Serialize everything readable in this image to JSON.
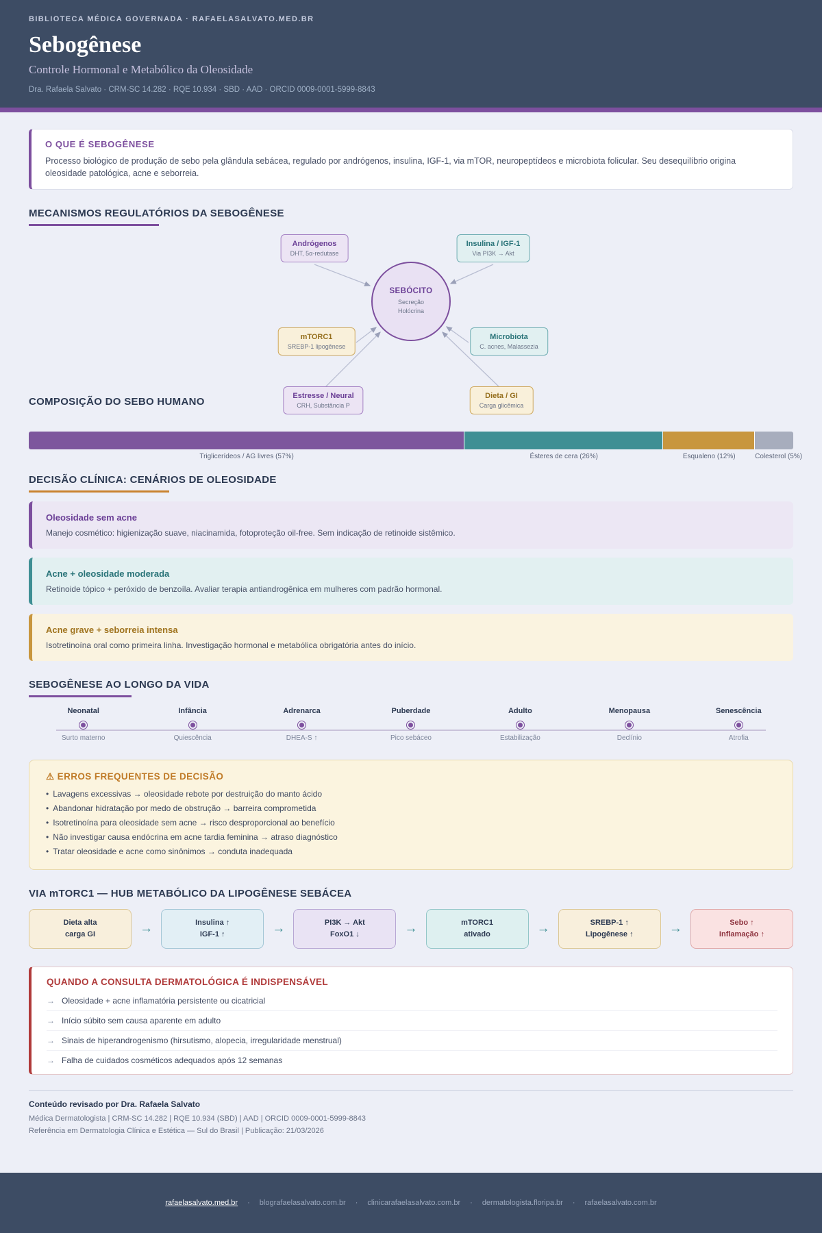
{
  "palette": {
    "navy": "#3d4c64",
    "purple": "#7d4f9e",
    "teal": "#3f8f94",
    "amber": "#c8963e",
    "orange_heading": "#c07b28",
    "red": "#b03a3a",
    "page_bg": "#edeff7"
  },
  "header": {
    "eyebrow": "BIBLIOTECA MÉDICA GOVERNADA  ·  RAFAELASALVATO.MED.BR",
    "title": "Sebogênese",
    "subtitle": "Controle Hormonal e Metabólico da Oleosidade",
    "meta": "Dra. Rafaela Salvato  ·  CRM-SC 14.282  ·  RQE 10.934  ·  SBD  ·  AAD  ·  ORCID 0009-0001-5999-8843"
  },
  "intro": {
    "title": "O QUE É SEBOGÊNESE",
    "body": "Processo biológico de produção de sebo pela glândula sebácea, regulado por andrógenos, insulina, IGF-1, via mTOR, neuropeptídeos e microbiota folicular. Seu desequilíbrio origina oleosidade patológica, acne e seborreia."
  },
  "mechanisms": {
    "title": "MECANISMOS REGULATÓRIOS DA SEBOGÊNESE",
    "center": {
      "label": "SEBÓCITO",
      "line1": "Secreção",
      "line2": "Holócrina"
    },
    "nodes": [
      {
        "label": "Andrógenos",
        "detail": "DHT, 5α-redutase",
        "theme": "purple"
      },
      {
        "label": "Insulina / IGF-1",
        "detail": "Via PI3K → Akt",
        "theme": "teal"
      },
      {
        "label": "mTORC1",
        "detail": "SREBP-1 lipogênese",
        "theme": "amber"
      },
      {
        "label": "Microbiota",
        "detail": "C. acnes, Malassezia",
        "theme": "teal"
      },
      {
        "label": "Estresse / Neural",
        "detail": "CRH, Substância P",
        "theme": "purple"
      },
      {
        "label": "Dieta / GI",
        "detail": "Carga glicêmica",
        "theme": "amber"
      }
    ]
  },
  "composition": {
    "title": "COMPOSIÇÃO DO SEBO HUMANO"
  },
  "chart_data": {
    "type": "bar",
    "title": "COMPOSIÇÃO DO SEBO HUMANO",
    "segments": [
      {
        "label": "Triglicerídeos / AG livres (57%)",
        "value": 57,
        "color": "#7d569d"
      },
      {
        "label": "Ésteres de cera (26%)",
        "value": 26,
        "color": "#3f8f94"
      },
      {
        "label": "Esqualeno (12%)",
        "value": 12,
        "color": "#c8963e"
      },
      {
        "label": "Colesterol (5%)",
        "value": 5,
        "color": "#a7adbd"
      }
    ]
  },
  "scenarios": {
    "title": "DECISÃO CLÍNICA: CENÁRIOS DE OLEOSIDADE",
    "cards": [
      {
        "title": "Oleosidade sem acne",
        "body": "Manejo cosmético: higienização suave, niacinamida, fotoproteção oil-free. Sem indicação de retinoide sistêmico."
      },
      {
        "title": "Acne + oleosidade moderada",
        "body": "Retinoide tópico + peróxido de benzoíla. Avaliar terapia antiandrogênica em mulheres com padrão hormonal."
      },
      {
        "title": "Acne grave + seborreia intensa",
        "body": "Isotretinoína oral como primeira linha. Investigação hormonal e metabólica obrigatória antes do início."
      }
    ]
  },
  "timeline": {
    "title": "SEBOGÊNESE AO LONGO DA VIDA",
    "stages": [
      {
        "label": "Neonatal",
        "detail": "Surto materno"
      },
      {
        "label": "Infância",
        "detail": "Quiescência"
      },
      {
        "label": "Adrenarca",
        "detail": "DHEA-S ↑"
      },
      {
        "label": "Puberdade",
        "detail": "Pico sebáceo"
      },
      {
        "label": "Adulto",
        "detail": "Estabilização"
      },
      {
        "label": "Menopausa",
        "detail": "Declínio"
      },
      {
        "label": "Senescência",
        "detail": "Atrofia"
      }
    ]
  },
  "errors": {
    "icon": "⚠",
    "title": "ERROS FREQUENTES DE DECISÃO",
    "bullet": "•",
    "items": [
      "Lavagens excessivas → oleosidade rebote por destruição do manto ácido",
      "Abandonar hidratação por medo de obstrução → barreira comprometida",
      "Isotretinoína para oleosidade sem acne → risco desproporcional ao benefício",
      "Não investigar causa endócrina em acne tardia feminina → atraso diagnóstico",
      "Tratar oleosidade e acne como sinônimos → conduta inadequada"
    ]
  },
  "mtor": {
    "title": "VIA mTORC1 — HUB METABÓLICO DA LIPOGÊNESE SEBÁCEA",
    "arrow": "→",
    "steps": [
      {
        "line1": "Dieta alta",
        "line2": "carga GI"
      },
      {
        "line1": "Insulina ↑",
        "line2": "IGF-1 ↑"
      },
      {
        "line1": "PI3K → Akt",
        "line2": "FoxO1 ↓"
      },
      {
        "line1": "mTORC1",
        "line2": "ativado"
      },
      {
        "line1": "SREBP-1 ↑",
        "line2": "Lipogênese ↑"
      },
      {
        "line1": "Sebo ↑",
        "line2": "Inflamação ↑"
      }
    ]
  },
  "consult": {
    "title": "QUANDO A CONSULTA DERMATOLÓGICA É INDISPENSÁVEL",
    "arrow": "→",
    "items": [
      "Oleosidade + acne inflamatória persistente ou cicatricial",
      "Início súbito sem causa aparente em adulto",
      "Sinais de hiperandrogenismo (hirsutismo, alopecia, irregularidade menstrual)",
      "Falha de cuidados cosméticos adequados após 12 semanas"
    ]
  },
  "credits": {
    "line1": "Conteúdo revisado por Dra. Rafaela Salvato",
    "line2": "Médica Dermatologista  |  CRM-SC 14.282  |  RQE 10.934 (SBD)  |  AAD  |  ORCID 0009-0001-5999-8843",
    "line3": "Referência em Dermatologia Clínica e Estética — Sul do Brasil  |  Publicação: 21/03/2026"
  },
  "footer": {
    "separator": "·",
    "links": [
      "rafaelasalvato.med.br",
      "blografaelasalvato.com.br",
      "clinicarafaelasalvato.com.br",
      "dermatologista.floripa.br",
      "rafaelasalvato.com.br"
    ]
  }
}
